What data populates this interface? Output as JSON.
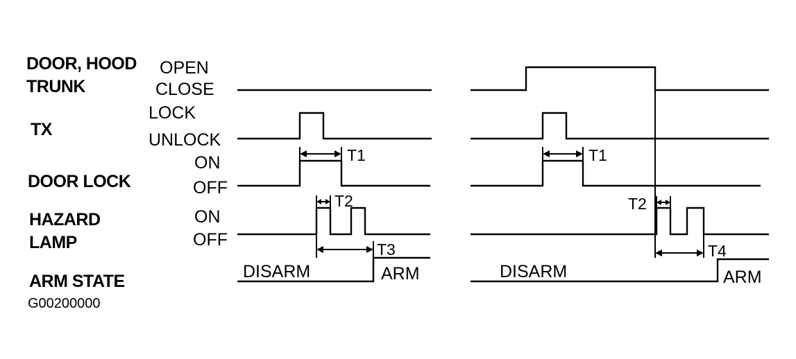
{
  "signals": [
    {
      "name": "DOOR, HOOD",
      "name2": "TRUNK",
      "state_high": "OPEN",
      "state_low": "CLOSE"
    },
    {
      "name": "TX",
      "state_high": "LOCK",
      "state_low": "UNLOCK"
    },
    {
      "name": "DOOR LOCK",
      "state_high": "ON",
      "state_low": "OFF"
    },
    {
      "name": "HAZARD",
      "name2": "LAMP",
      "state_high": "ON",
      "state_low": "OFF"
    },
    {
      "name": "ARM STATE"
    }
  ],
  "arm_states": {
    "disarm": "DISARM",
    "arm": "ARM"
  },
  "timings": {
    "t1": "T1",
    "t2": "T2",
    "t3": "T3",
    "t4": "T4"
  },
  "figure_code": "G00200000"
}
